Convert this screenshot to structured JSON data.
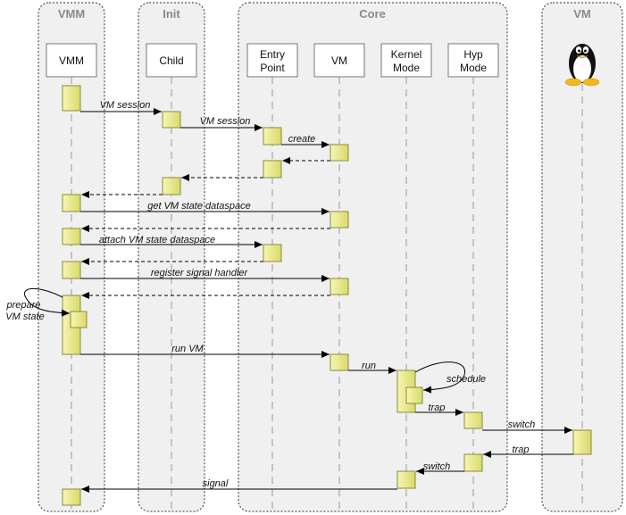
{
  "groups": [
    {
      "id": "vmm",
      "title": "VMM"
    },
    {
      "id": "init",
      "title": "Init"
    },
    {
      "id": "core",
      "title": "Core"
    },
    {
      "id": "vm",
      "title": "VM"
    }
  ],
  "participants": [
    {
      "id": "vmm",
      "lines": [
        "VMM"
      ]
    },
    {
      "id": "child",
      "lines": [
        "Child"
      ]
    },
    {
      "id": "entry",
      "lines": [
        "Entry",
        "Point"
      ]
    },
    {
      "id": "vmcore",
      "lines": [
        "VM"
      ]
    },
    {
      "id": "kernel",
      "lines": [
        "Kernel",
        "Mode"
      ]
    },
    {
      "id": "hyp",
      "lines": [
        "Hyp",
        "Mode"
      ]
    },
    {
      "id": "guest",
      "icon": "tux-penguin-icon"
    }
  ],
  "messages": [
    {
      "label": "VM session",
      "kind": "call"
    },
    {
      "label": "VM session",
      "kind": "call"
    },
    {
      "label": "create",
      "kind": "call"
    },
    {
      "label": "",
      "kind": "return"
    },
    {
      "label": "",
      "kind": "return"
    },
    {
      "label": "",
      "kind": "return"
    },
    {
      "label": "get VM state dataspace",
      "kind": "call"
    },
    {
      "label": "",
      "kind": "return"
    },
    {
      "label": "attach VM state dataspace",
      "kind": "call"
    },
    {
      "label": "",
      "kind": "return"
    },
    {
      "label": "register signal handler",
      "kind": "call"
    },
    {
      "label": "",
      "kind": "return"
    },
    {
      "label": "prepare VM state",
      "kind": "self"
    },
    {
      "label": "run VM",
      "kind": "call"
    },
    {
      "label": "run",
      "kind": "call"
    },
    {
      "label": "schedule",
      "kind": "self"
    },
    {
      "label": "trap",
      "kind": "call"
    },
    {
      "label": "switch",
      "kind": "call"
    },
    {
      "label": "trap",
      "kind": "call"
    },
    {
      "label": "switch",
      "kind": "call"
    },
    {
      "label": "signal",
      "kind": "call"
    }
  ],
  "colors": {
    "group_fill": "#f0f0f0",
    "group_border": "#333333",
    "activation_fill": "#e4e486",
    "activation_border": "#8a8a40",
    "participant_fill": "#ffffff",
    "lifeline": "#999999",
    "arrow": "#000000"
  }
}
